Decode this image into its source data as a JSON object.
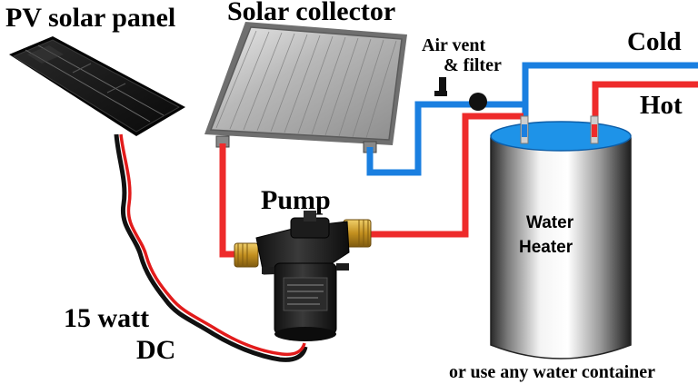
{
  "labels": {
    "pv_panel": "PV solar panel",
    "collector": "Solar collector",
    "air_vent_line1": "Air vent",
    "air_vent_line2": "& filter",
    "cold": "Cold",
    "hot": "Hot",
    "pump": "Pump",
    "heater_line1": "Water",
    "heater_line2": "Heater",
    "power_line1": "15 watt",
    "power_line2": "DC",
    "footer": "or use any water container"
  },
  "colors": {
    "cold_pipe": "#1a7fe0",
    "hot_pipe": "#ee2b2b",
    "cable_black": "#111111",
    "cable_red": "#e21b1b",
    "heater_top": "#1e93e8",
    "brass": "#c99a2a"
  },
  "icons": [
    "solar-panel-icon",
    "solar-collector-icon",
    "pump-icon",
    "water-heater-icon",
    "air-vent-icon"
  ]
}
